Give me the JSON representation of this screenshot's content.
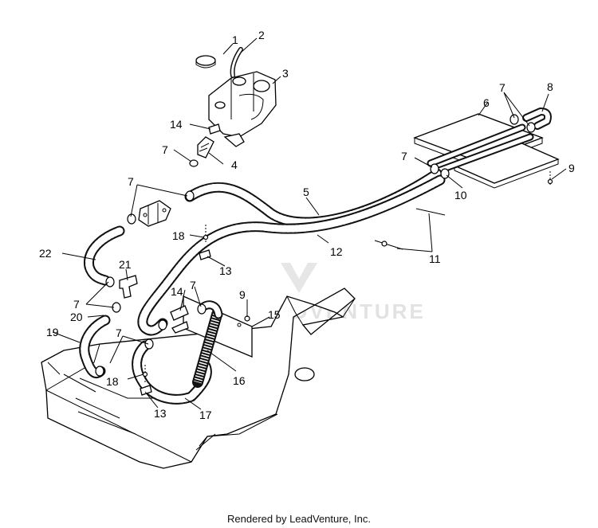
{
  "watermark": {
    "text": "ADVENTURE"
  },
  "credit": "Rendered by LeadVenture, Inc.",
  "callouts": {
    "c1": "1",
    "c2": "2",
    "c3": "3",
    "c4": "4",
    "c5": "5",
    "c6": "6",
    "c7a": "7",
    "c7b": "7",
    "c7c": "7",
    "c7d": "7",
    "c7e": "7",
    "c7f": "7",
    "c7g": "7",
    "c8": "8",
    "c9a": "9",
    "c9b": "9",
    "c10": "10",
    "c11": "11",
    "c12": "12",
    "c13a": "13",
    "c13b": "13",
    "c14a": "14",
    "c14b": "14",
    "c15": "15",
    "c16": "16",
    "c17": "17",
    "c18a": "18",
    "c18b": "18",
    "c19": "19",
    "c20": "20",
    "c21": "21",
    "c22": "22"
  }
}
